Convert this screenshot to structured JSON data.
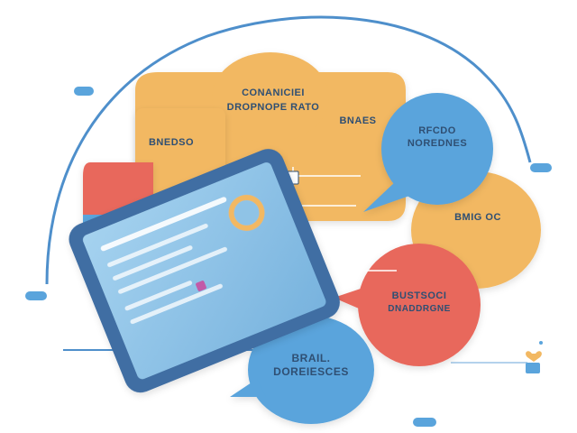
{
  "speech_bubbles": {
    "top_orange": {
      "title_line1": "CONANICIEI",
      "title_line2": "DROPNOPE RATO",
      "side_label": "BNAES"
    },
    "left_orange": {
      "title": "BNEDSO"
    },
    "blue_top_right": {
      "title_line1": "RFCDO",
      "title_line2": "NOREDNES"
    },
    "orange_right": {
      "title": "BMIG OC"
    },
    "red_bottom_right": {
      "title_line1": "BUSTSOCI",
      "title_line2": "DNADDRGNE"
    },
    "blue_bottom": {
      "title_line1": "BRAIL.",
      "title_line2": "DOREIESCES"
    }
  },
  "tablet": {
    "accent_colors": {
      "body": "#3f6ea3",
      "screen": "#8fc3e6",
      "bar": "#ffffff"
    }
  },
  "colors": {
    "orange": "#f2b862",
    "red": "#e8685c",
    "blue": "#5aa4dc",
    "navy": "#2f4f73",
    "arc": "#4e8fcb"
  }
}
